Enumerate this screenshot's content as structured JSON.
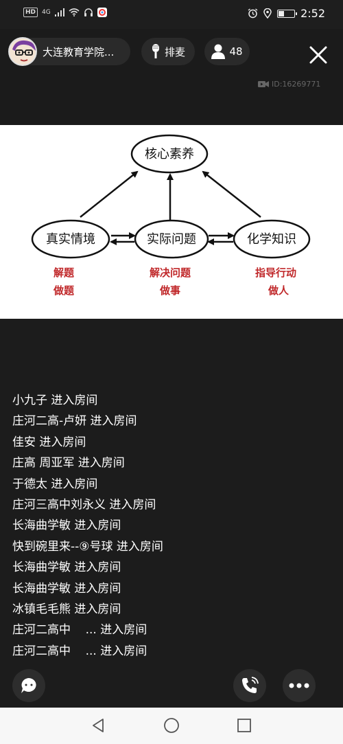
{
  "status_bar": {
    "hd_label": "HD",
    "network": "4G",
    "time": "2:52",
    "battery_level": 0.35
  },
  "header": {
    "host_name": "大连教育学院...",
    "mic_label": "排麦",
    "viewer_count": "48",
    "room_id": "ID:16269771"
  },
  "slide": {
    "top_node": "核心素养",
    "left_node": "真实情境",
    "center_node": "实际问题",
    "right_node": "化学知识",
    "left_caption_1": "解题",
    "left_caption_2": "做题",
    "center_caption_1": "解决问题",
    "center_caption_2": "做事",
    "right_caption_1": "指导行动",
    "right_caption_2": "做人",
    "caption_color": "#c0282a"
  },
  "messages": [
    "小九子 进入房间",
    "庄河二高-卢妍 进入房间",
    "佳安 进入房间",
    "庄高 周亚军 进入房间",
    "于德太 进入房间",
    "庄河三高中刘永义 进入房间",
    "长海曲学敏 进入房间",
    "快到碗里来--⑨号球 进入房间",
    "长海曲学敏 进入房间",
    "长海曲学敏 进入房间",
    "冰镇毛毛熊 进入房间",
    "庄河二高中    ... 进入房间",
    "庄河二高中    ... 进入房间"
  ],
  "icons": {
    "chat": "chat-bubble-icon",
    "call": "phone-call-icon",
    "more": "more-dots-icon",
    "back": "back-triangle-icon",
    "home": "home-circle-icon",
    "recents": "recents-square-icon"
  }
}
